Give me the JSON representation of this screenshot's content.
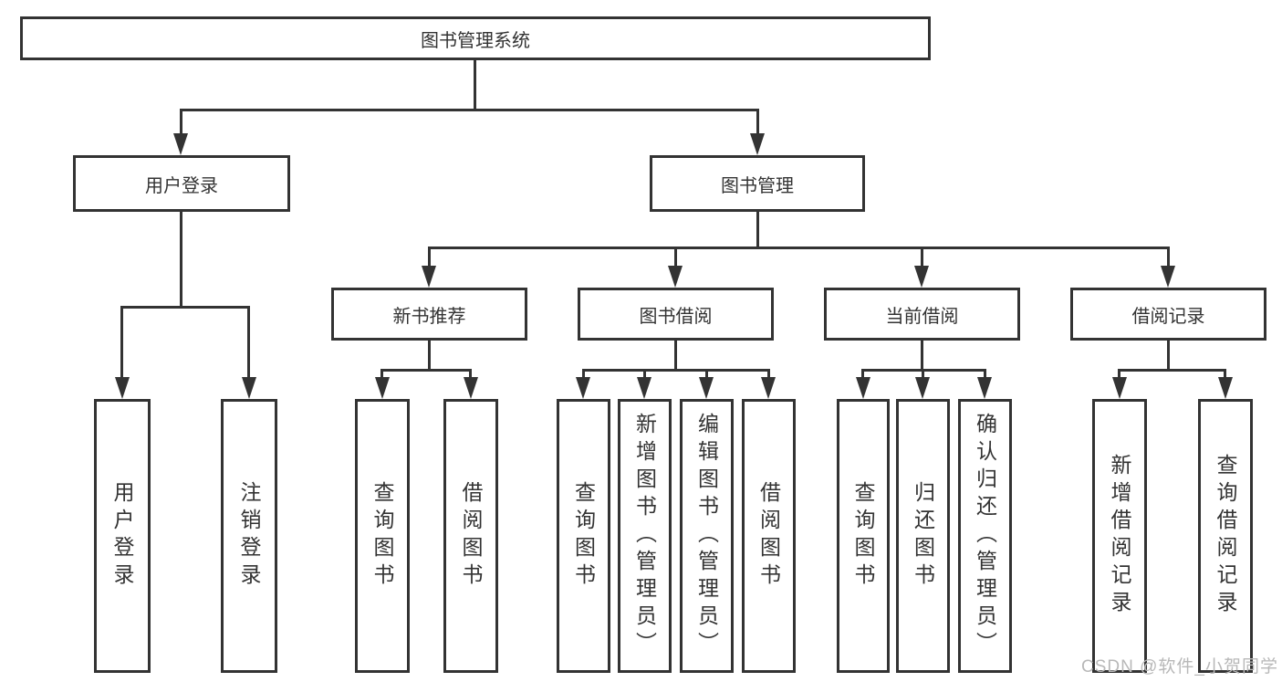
{
  "root": {
    "label": "图书管理系统"
  },
  "branches": {
    "user_login": {
      "label": "用户登录",
      "children": [
        "用户登录",
        "注销登录"
      ]
    },
    "book_mgmt": {
      "label": "图书管理",
      "groups": {
        "new_book": {
          "label": "新书推荐",
          "children": [
            "查询图书",
            "借阅图书"
          ]
        },
        "borrow": {
          "label": "图书借阅",
          "children": [
            "查询图书",
            "新增图书（管理员）",
            "编辑图书（管理员）",
            "借阅图书"
          ]
        },
        "current": {
          "label": "当前借阅",
          "children": [
            "查询图书",
            "归还图书",
            "确认归还（管理员）"
          ]
        },
        "records": {
          "label": "借阅记录",
          "children": [
            "新增借阅记录",
            "查询借阅记录"
          ]
        }
      }
    }
  },
  "watermark": "CSDN @软件_小贺同学",
  "colors": {
    "line": "#333333",
    "box_background": "#ffffff",
    "text": "#333333",
    "watermark": "#b8b8b8"
  }
}
